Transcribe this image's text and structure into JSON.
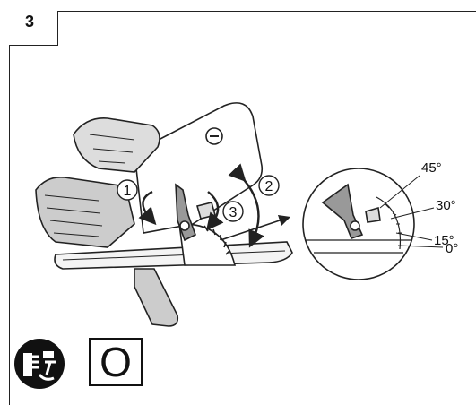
{
  "figure": {
    "number": "3",
    "steps": [
      "1",
      "2",
      "3"
    ],
    "bevel_angles": [
      "45°",
      "30°",
      "15°",
      "0°"
    ],
    "mode_letter": "O",
    "icons": [
      "saw-bevel-adjust-illustration",
      "unplug-icon"
    ]
  }
}
